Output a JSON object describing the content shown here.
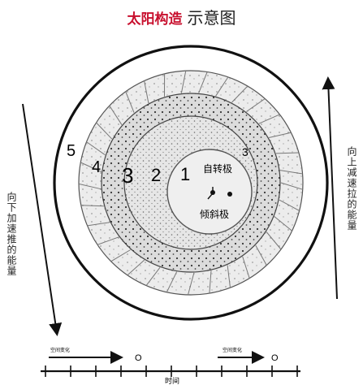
{
  "title": {
    "part1": "太阳构造",
    "part2": "示意图"
  },
  "layers": [
    "1",
    "2",
    "3",
    "4",
    "5"
  ],
  "layer_mark_small": "3",
  "poles": {
    "rotation": "自转极",
    "tilt": "倾斜极"
  },
  "side_left": "向下加速推的能量",
  "side_right": "向上减速拉的能量",
  "timeline": {
    "label": "时间",
    "arrow_label_left": "空间变化",
    "arrow_label_right": "空间变化",
    "marker_symbol": "O"
  }
}
